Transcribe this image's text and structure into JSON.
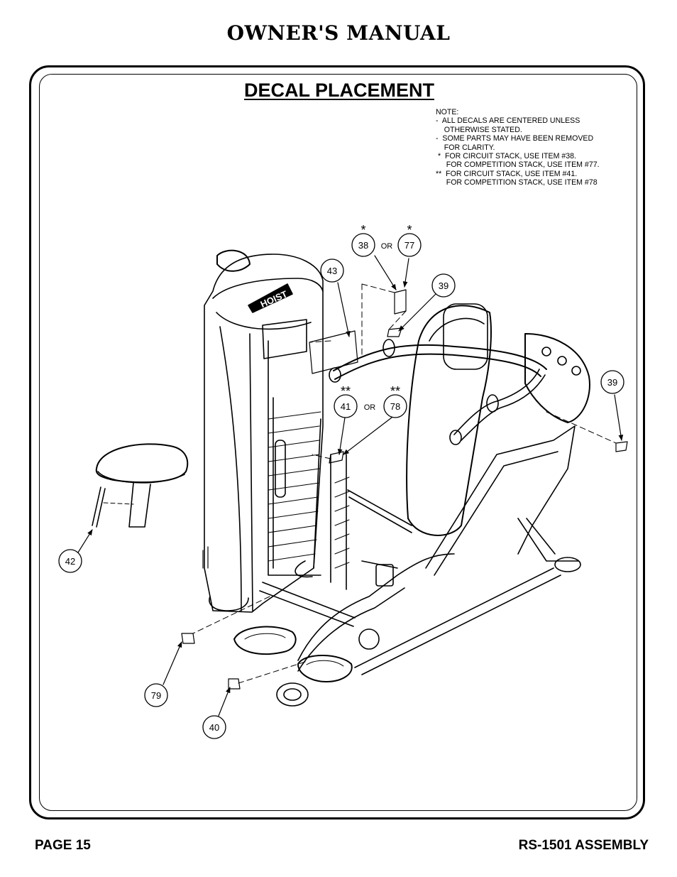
{
  "header": {
    "title": "OWNER'S MANUAL"
  },
  "section": {
    "title": "DECAL PLACEMENT"
  },
  "notes": [
    "NOTE:",
    "-  ALL DECALS ARE CENTERED UNLESS",
    "    OTHERWISE STATED.",
    "-  SOME PARTS MAY HAVE BEEN REMOVED",
    "    FOR CLARITY.",
    " *  FOR CIRCUIT STACK, USE ITEM #38.",
    "     FOR COMPETITION STACK, USE ITEM #77.",
    "**  FOR CIRCUIT STACK, USE ITEM #41.",
    "     FOR COMPETITION STACK, USE ITEM #78"
  ],
  "callouts": {
    "c38": "38",
    "c77": "77",
    "c43": "43",
    "c39a": "39",
    "c39b": "39",
    "c41": "41",
    "c78": "78",
    "c42": "42",
    "c79": "79",
    "c40": "40"
  },
  "labels": {
    "or": "OR",
    "single_star": "*",
    "double_star": "**",
    "brand": "HOIST"
  },
  "footer": {
    "page": "PAGE 15",
    "model": "RS-1501 ASSEMBLY"
  }
}
